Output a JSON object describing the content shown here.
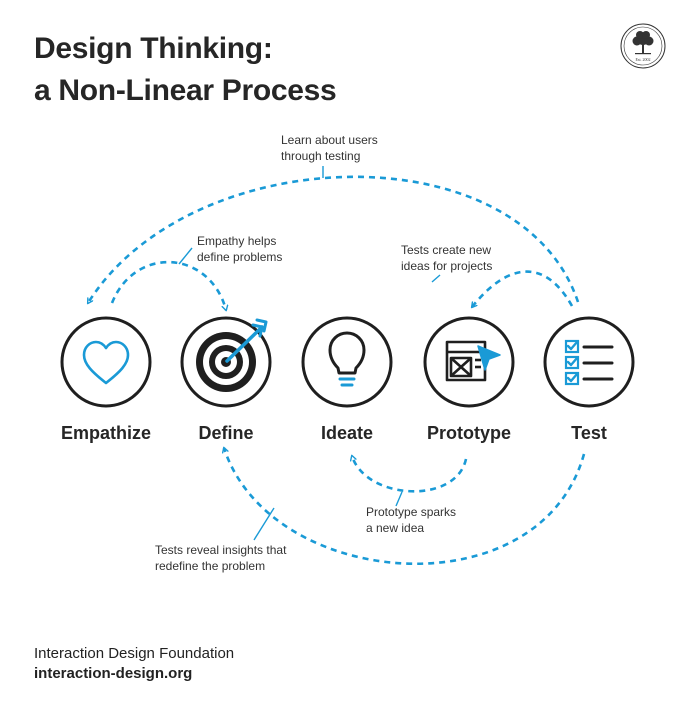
{
  "title": {
    "line1": "Design Thinking:",
    "line2": "a Non-Linear Process"
  },
  "logo": {
    "tagline": "Est. 2002"
  },
  "stages": [
    {
      "label": "Empathize",
      "icon": "heart-icon"
    },
    {
      "label": "Define",
      "icon": "target-icon"
    },
    {
      "label": "Ideate",
      "icon": "lightbulb-icon"
    },
    {
      "label": "Prototype",
      "icon": "prototype-icon"
    },
    {
      "label": "Test",
      "icon": "checklist-icon"
    }
  ],
  "annotations": {
    "learn": {
      "line1": "Learn about users",
      "line2": "through testing"
    },
    "empathy": {
      "line1": "Empathy helps",
      "line2": "define problems"
    },
    "tests_create": {
      "line1": "Tests create new",
      "line2": "ideas for projects"
    },
    "prototype_sparks": {
      "line1": "Prototype sparks",
      "line2": "a new idea"
    },
    "tests_reveal": {
      "line1": "Tests reveal insights that",
      "line2": "redefine the problem"
    }
  },
  "footer": {
    "org": "Interaction Design Foundation",
    "url": "interaction-design.org"
  },
  "colors": {
    "accent": "#1a9ad6",
    "ink": "#1f1f1f",
    "text": "#262626"
  }
}
